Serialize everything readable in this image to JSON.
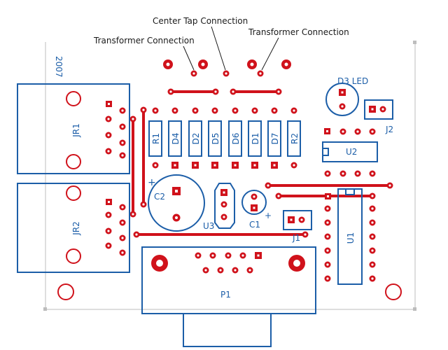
{
  "callouts": {
    "center_tap": "Center Tap Connection",
    "transformer_left": "Transformer Connection",
    "transformer_right": "Transformer Connection"
  },
  "silkscreen": {
    "year": "2007",
    "jr1": "JR1",
    "jr2": "JR2",
    "r1": "R1",
    "d4": "D4",
    "d2": "D2",
    "d5": "D5",
    "d6": "D6",
    "d1": "D1",
    "d7": "D7",
    "r2": "R2",
    "d3_led": "D3 LED",
    "j2": "J2",
    "u2": "U2",
    "c2": "C2",
    "u3": "U3",
    "c1": "C1",
    "j1": "J1",
    "u1": "U1",
    "p1": "P1",
    "plus_c2": "+",
    "plus_c1": "+"
  },
  "colors": {
    "copper": "#d0121b",
    "silkscreen": "#1c5ea8",
    "board_outline": "#bdbdbd",
    "callout_text": "#1a1a1a"
  }
}
